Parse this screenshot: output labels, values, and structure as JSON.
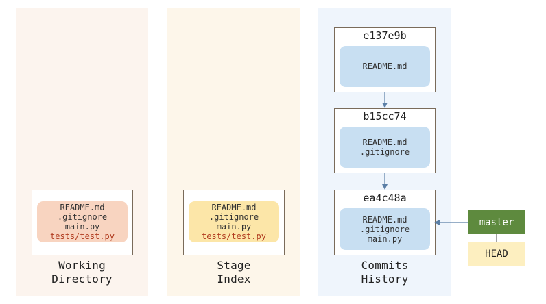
{
  "panels": {
    "working_directory": {
      "title_line1": "Working",
      "title_line2": "Directory",
      "files": [
        {
          "name": "README.md",
          "status": "tracked"
        },
        {
          "name": ".gitignore",
          "status": "tracked"
        },
        {
          "name": "main.py",
          "status": "tracked"
        },
        {
          "name": "tests/test.py",
          "status": "untracked"
        }
      ]
    },
    "stage_index": {
      "title_line1": "Stage",
      "title_line2": "Index",
      "files": [
        {
          "name": "README.md",
          "status": "tracked"
        },
        {
          "name": ".gitignore",
          "status": "tracked"
        },
        {
          "name": "main.py",
          "status": "tracked"
        },
        {
          "name": "tests/test.py",
          "status": "untracked"
        }
      ]
    },
    "commits_history": {
      "title_line1": "Commits",
      "title_line2": "History",
      "commits": [
        {
          "hash": "e137e9b",
          "files": [
            "README.md"
          ]
        },
        {
          "hash": "b15cc74",
          "files": [
            "README.md",
            ".gitignore"
          ]
        },
        {
          "hash": "ea4c48a",
          "files": [
            "README.md",
            ".gitignore",
            "main.py"
          ]
        }
      ]
    }
  },
  "refs": {
    "branch": "master",
    "head": "HEAD"
  },
  "colors": {
    "untracked_text": "#b03a1e",
    "branch_fill": "#5e8a3e",
    "head_fill": "#fdefc0",
    "commit_files_fill": "#c8dff2",
    "arrow": "#5b7fa6"
  }
}
